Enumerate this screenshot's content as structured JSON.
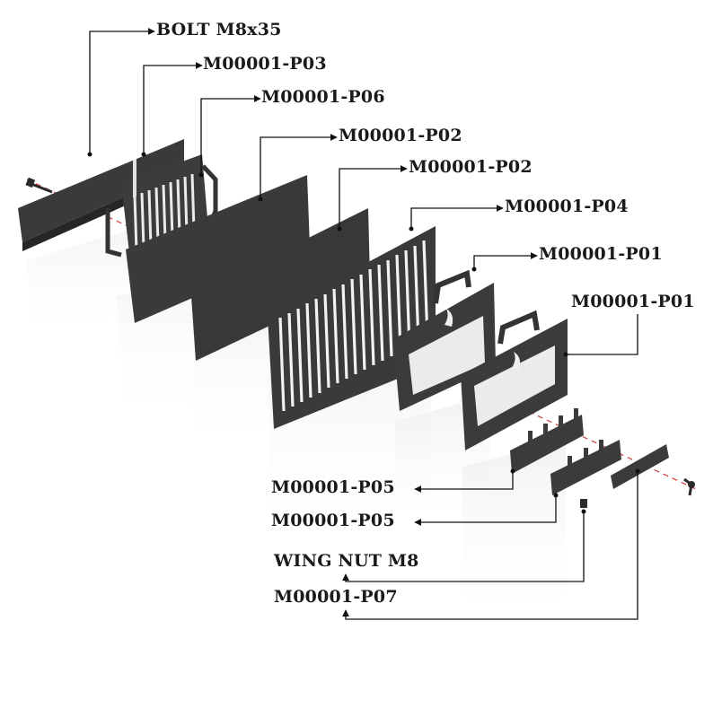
{
  "diagram": {
    "labels": {
      "bolt": "BOLT M8x35",
      "p03": "M00001-P03",
      "p06": "M00001-P06",
      "p02a": "M00001-P02",
      "p02b": "M00001-P02",
      "p04": "M00001-P04",
      "p01a": "M00001-P01",
      "p01b": "M00001-P01",
      "p05a": "M00001-P05",
      "p05b": "M00001-P05",
      "wingnut": "WING NUT M8",
      "p07": "M00001-P07"
    }
  }
}
